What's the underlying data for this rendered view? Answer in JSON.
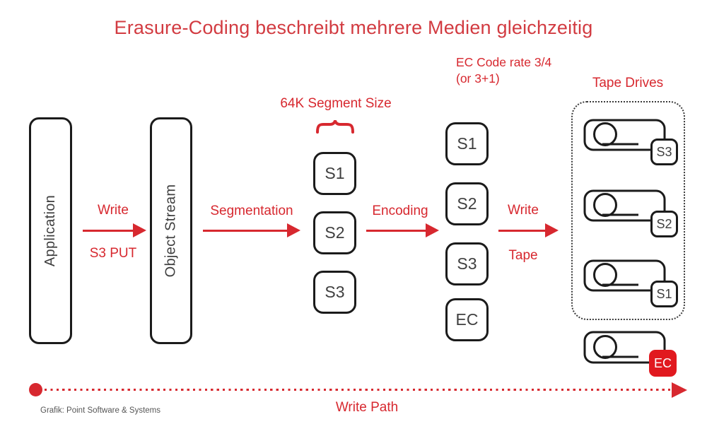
{
  "title": "Erasure-Coding beschreibt mehrere Medien gleichzeitig",
  "credit": "Grafik: Point Software & Systems",
  "colors": {
    "diagram_red": "#d7282f",
    "title_red": "#d23b41",
    "ec_badge_red": "#e1191f",
    "outline_dark": "#1b1b1b",
    "box_text": "#3f3f3f",
    "credit_gray": "#565656"
  },
  "pipeline": {
    "application_label": "Application",
    "object_stream_label": "Object Stream"
  },
  "arrows": {
    "write_s3": {
      "top": "Write",
      "bottom": "S3 PUT"
    },
    "segmentation": {
      "top": "Segmentation"
    },
    "encoding": {
      "top": "Encoding"
    },
    "write_tape": {
      "top": "Write",
      "bottom": "Tape"
    }
  },
  "segments": {
    "label": "64K Segment Size",
    "boxes": [
      "S1",
      "S2",
      "S3"
    ]
  },
  "ec": {
    "label_line1": "EC Code rate 3/4",
    "label_line2": "(or 3+1)",
    "boxes": [
      "S1",
      "S2",
      "S3",
      "EC"
    ]
  },
  "tape": {
    "label": "Tape Drives",
    "drives": [
      "S3",
      "S2",
      "S1"
    ],
    "ec_badge": "EC"
  },
  "write_path": {
    "label": "Write Path"
  }
}
